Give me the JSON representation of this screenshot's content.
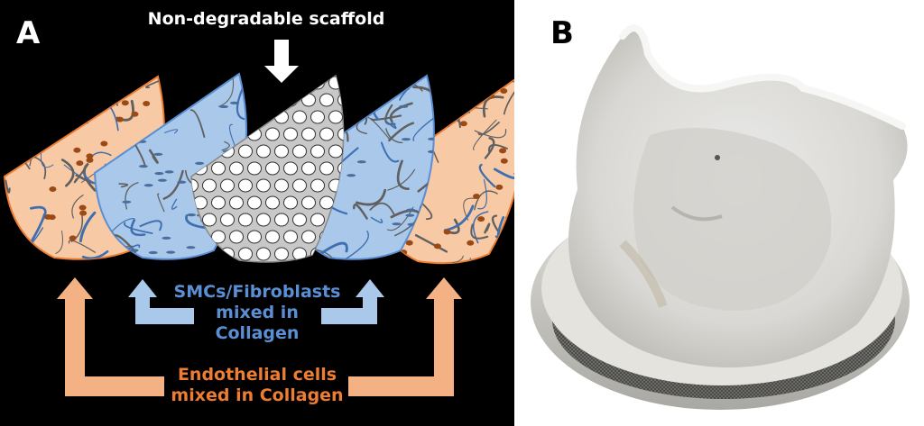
{
  "panel_a": {
    "label": "A",
    "scaffold_label": "Non-degradable scaffold",
    "smc_label": [
      "SMCs/Fibroblasts",
      "mixed in",
      "Collagen"
    ],
    "endothelial_label": [
      "Endothelial cells",
      "mixed in Collagen"
    ]
  },
  "panel_b": {
    "label": "B"
  },
  "colors": {
    "background": "#000000",
    "endothelial_fill": "#f7c9a4",
    "endothelial_stroke": "#ec7d32",
    "endothelial_text": "#ec7d32",
    "smc_fill": "#a9c8ea",
    "smc_stroke": "#5b8fd4",
    "smc_text": "#5b8fd4",
    "scaffold_fill": "#c8c8c8",
    "cell_color": "#9b4a16",
    "fiber_color": "#606060",
    "arrow_white": "#ffffff"
  }
}
